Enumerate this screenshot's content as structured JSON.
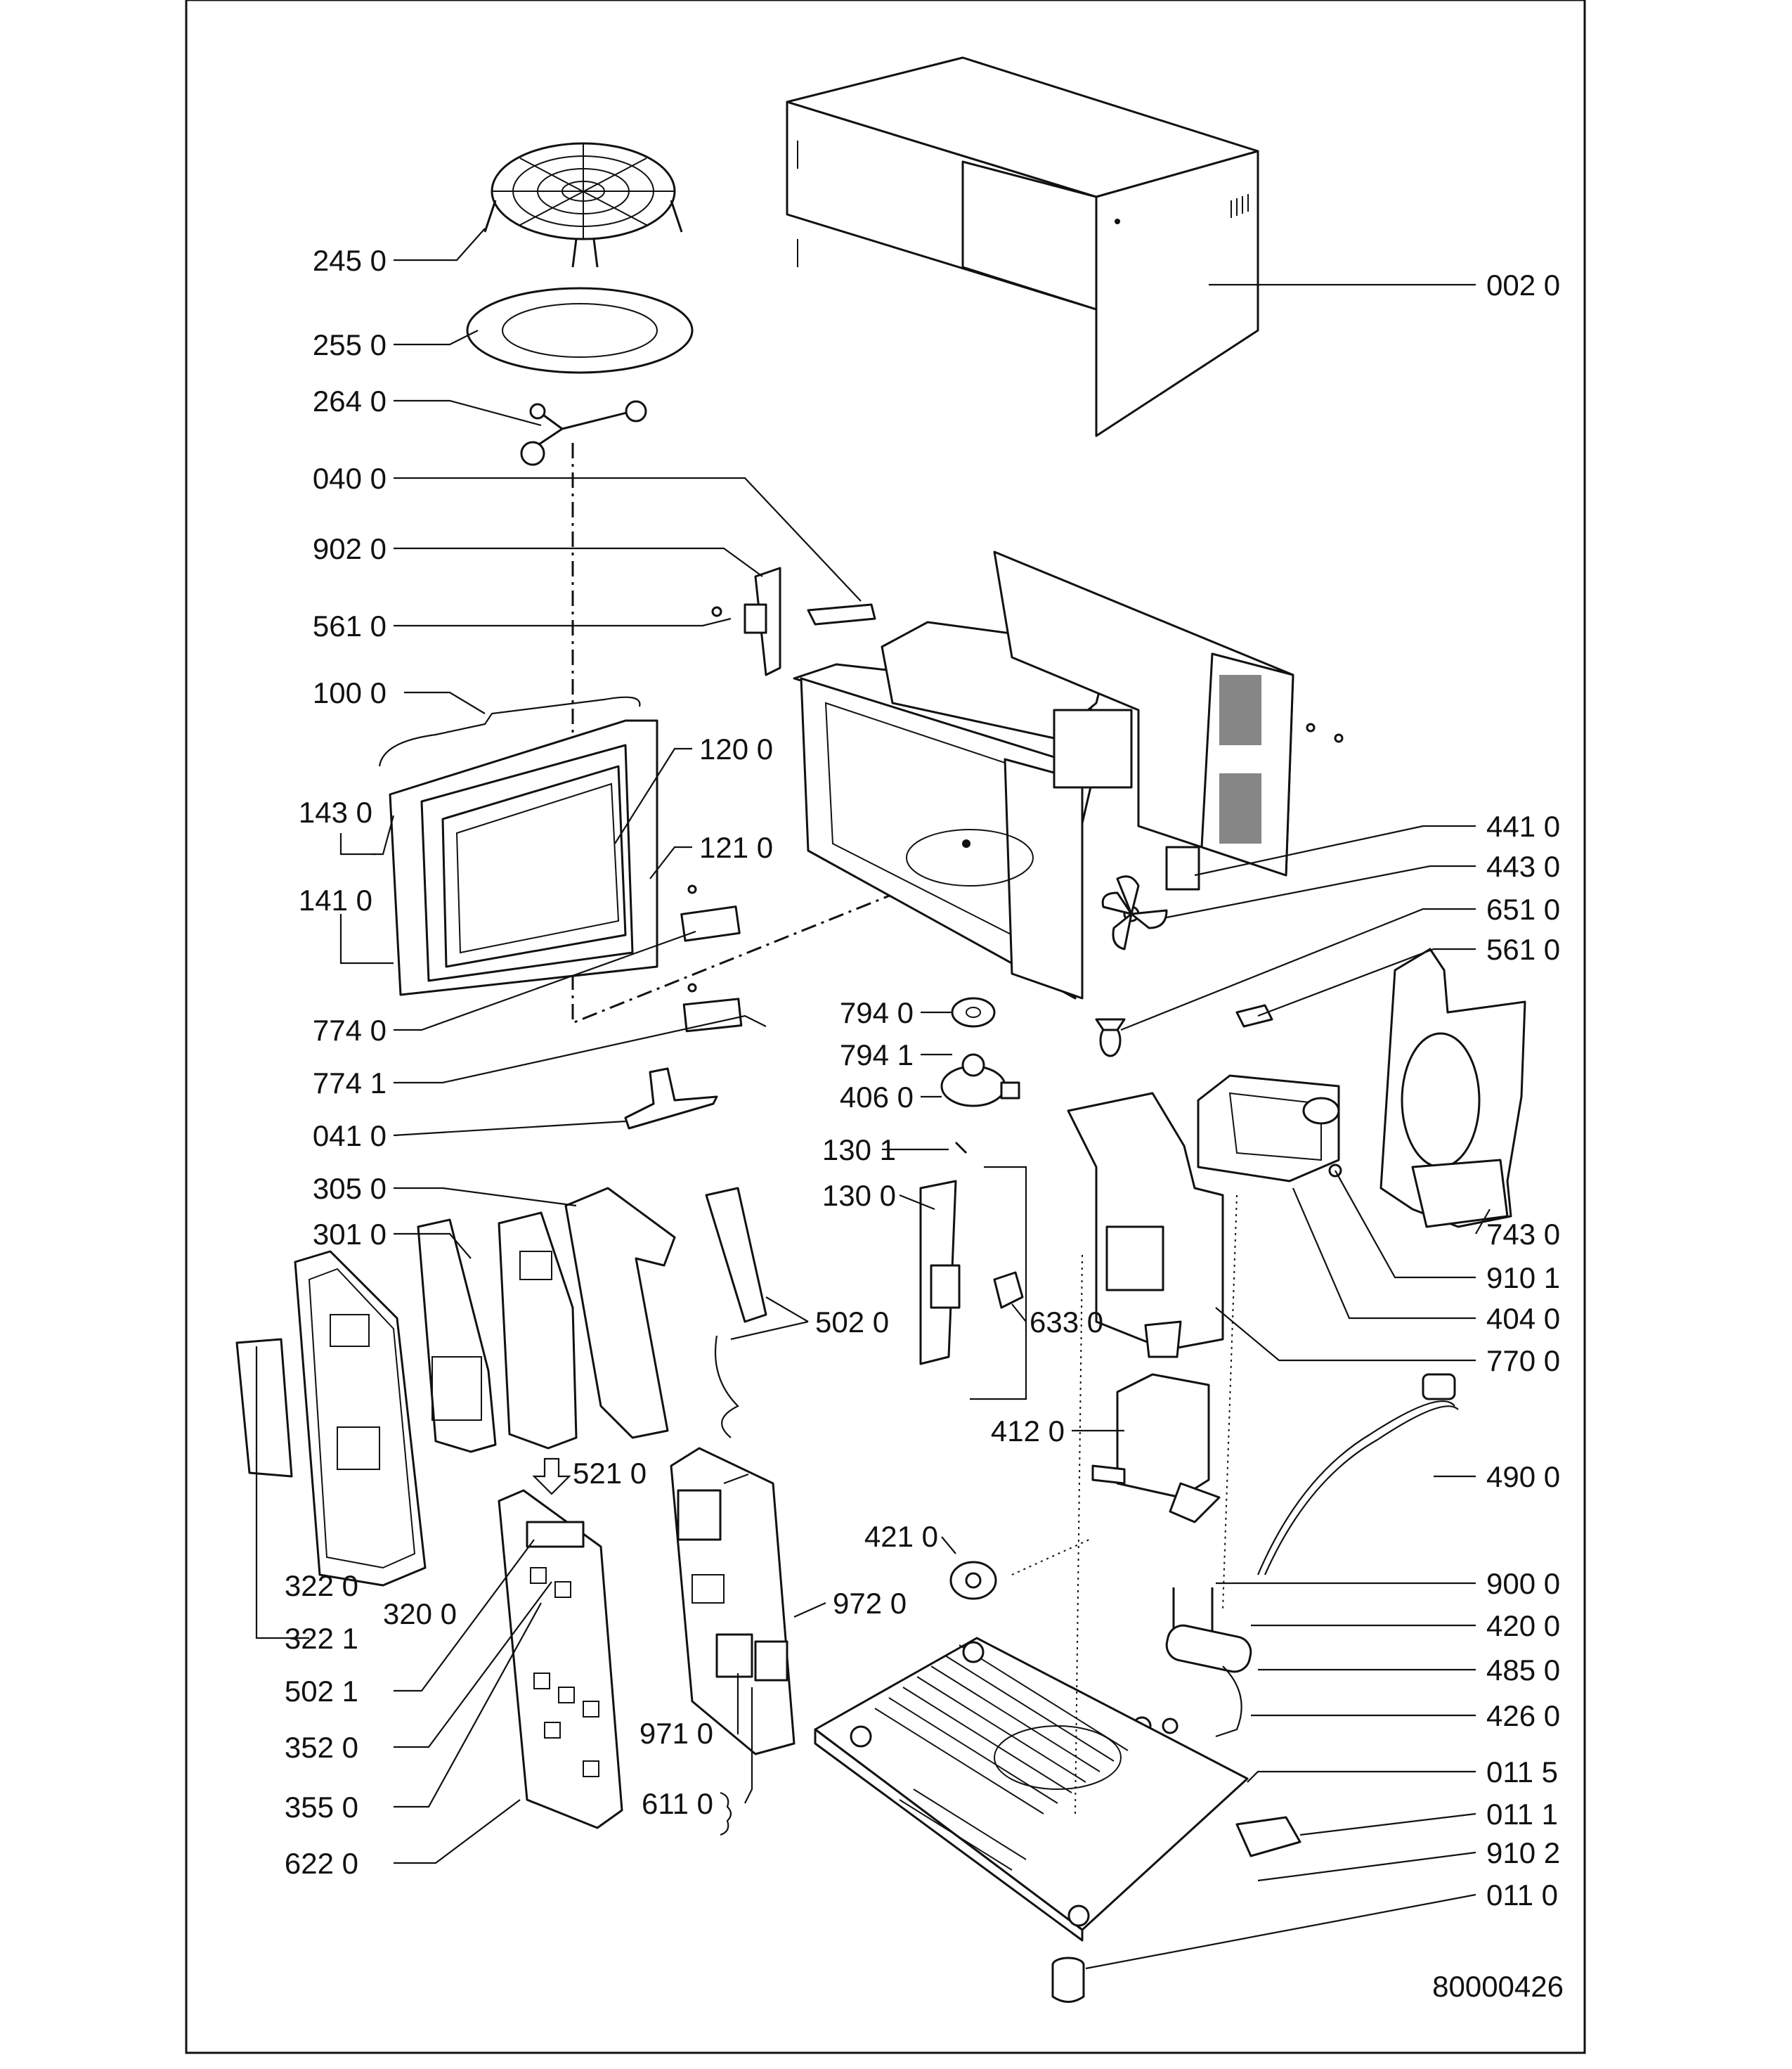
{
  "drawing_number": "80000426",
  "left_labels": [
    "245 0",
    "255 0",
    "264 0",
    "040 0",
    "902 0",
    "561 0",
    "100 0",
    "143 0",
    "141 0",
    "774 0",
    "774 1",
    "041 0",
    "305 0",
    "301 0",
    "322 0",
    "320 0",
    "322 1",
    "502 1",
    "352 0",
    "355 0",
    "622 0"
  ],
  "center_labels": [
    "120 0",
    "121 0",
    "794 0",
    "794 1",
    "406 0",
    "130 1",
    "130 0",
    "502 0",
    "633 0",
    "412 0",
    "521 0",
    "421 0",
    "972 0",
    "971 0",
    "611 0"
  ],
  "right_labels": [
    "002 0",
    "441 0",
    "443 0",
    "651 0",
    "561 0",
    "743 0",
    "910 1",
    "404 0",
    "770 0",
    "490 0",
    "900 0",
    "420 0",
    "485 0",
    "426 0",
    "011 5",
    "011 1",
    "910 2",
    "011 0"
  ]
}
